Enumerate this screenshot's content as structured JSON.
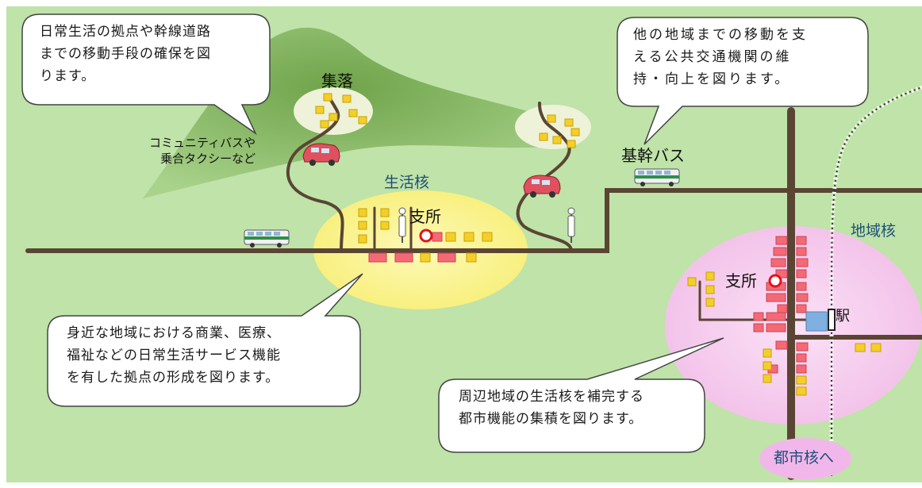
{
  "callouts": {
    "top_left": [
      "日常生活の拠点や幹線道路",
      "までの移動手段の確保を図",
      "ります。"
    ],
    "top_right": [
      "他の地域までの移動を支",
      "える公共交通機関の維",
      "持・向上を図ります。"
    ],
    "bottom_left": [
      "身近な地域における商業、医療、",
      "福祉などの日常生活サービス機能",
      "を有した拠点の形成を図ります。"
    ],
    "bottom_right": [
      "周辺地域の生活核を補完する",
      "都市機能の集積を図ります。"
    ]
  },
  "labels": {
    "settlement": "集落",
    "community_bus": [
      "コミュニティバスや",
      "乗合タクシーなど"
    ],
    "trunk_bus": "基幹バス",
    "life_core": "生活核",
    "branch_office_1": "支所",
    "branch_office_2": "支所",
    "regional_core": "地域核",
    "station": "駅",
    "to_urban_core": "都市核へ"
  },
  "colors": {
    "background": "#bfe3a8",
    "mountain": "#8fbf6c",
    "road": "#5a4534",
    "life_core_zone": "#fbf7a6",
    "regional_core_zone": "#f7d2ef",
    "building_yellow": "#f4cf2a",
    "building_red": "#f36a77",
    "station": "#7fb0e0",
    "label_blue": "#1e4f7a"
  }
}
